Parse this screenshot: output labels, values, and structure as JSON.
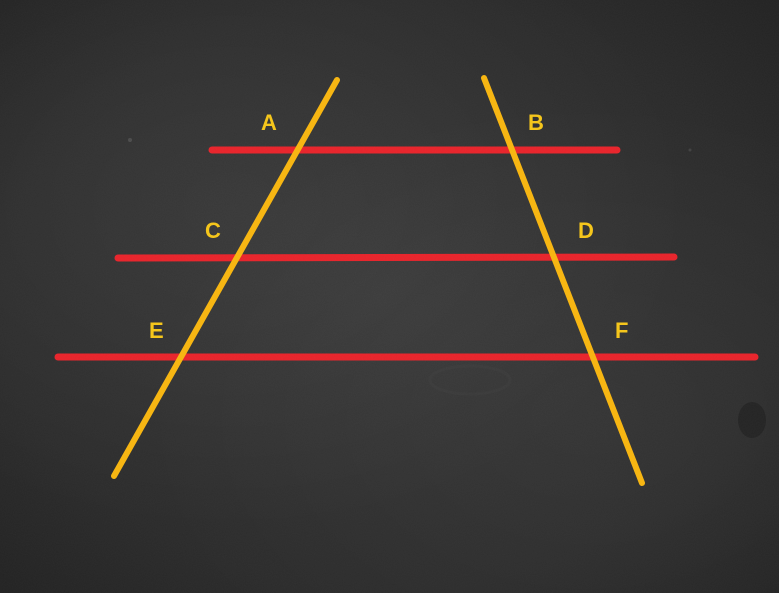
{
  "colors": {
    "transversal": "#f7b50f",
    "parallel": "#e8232a",
    "label": "#f5c518",
    "background": "#2b2b2b"
  },
  "labels": {
    "a": "A",
    "b": "B",
    "c": "C",
    "d": "D",
    "e": "E",
    "f": "F"
  }
}
